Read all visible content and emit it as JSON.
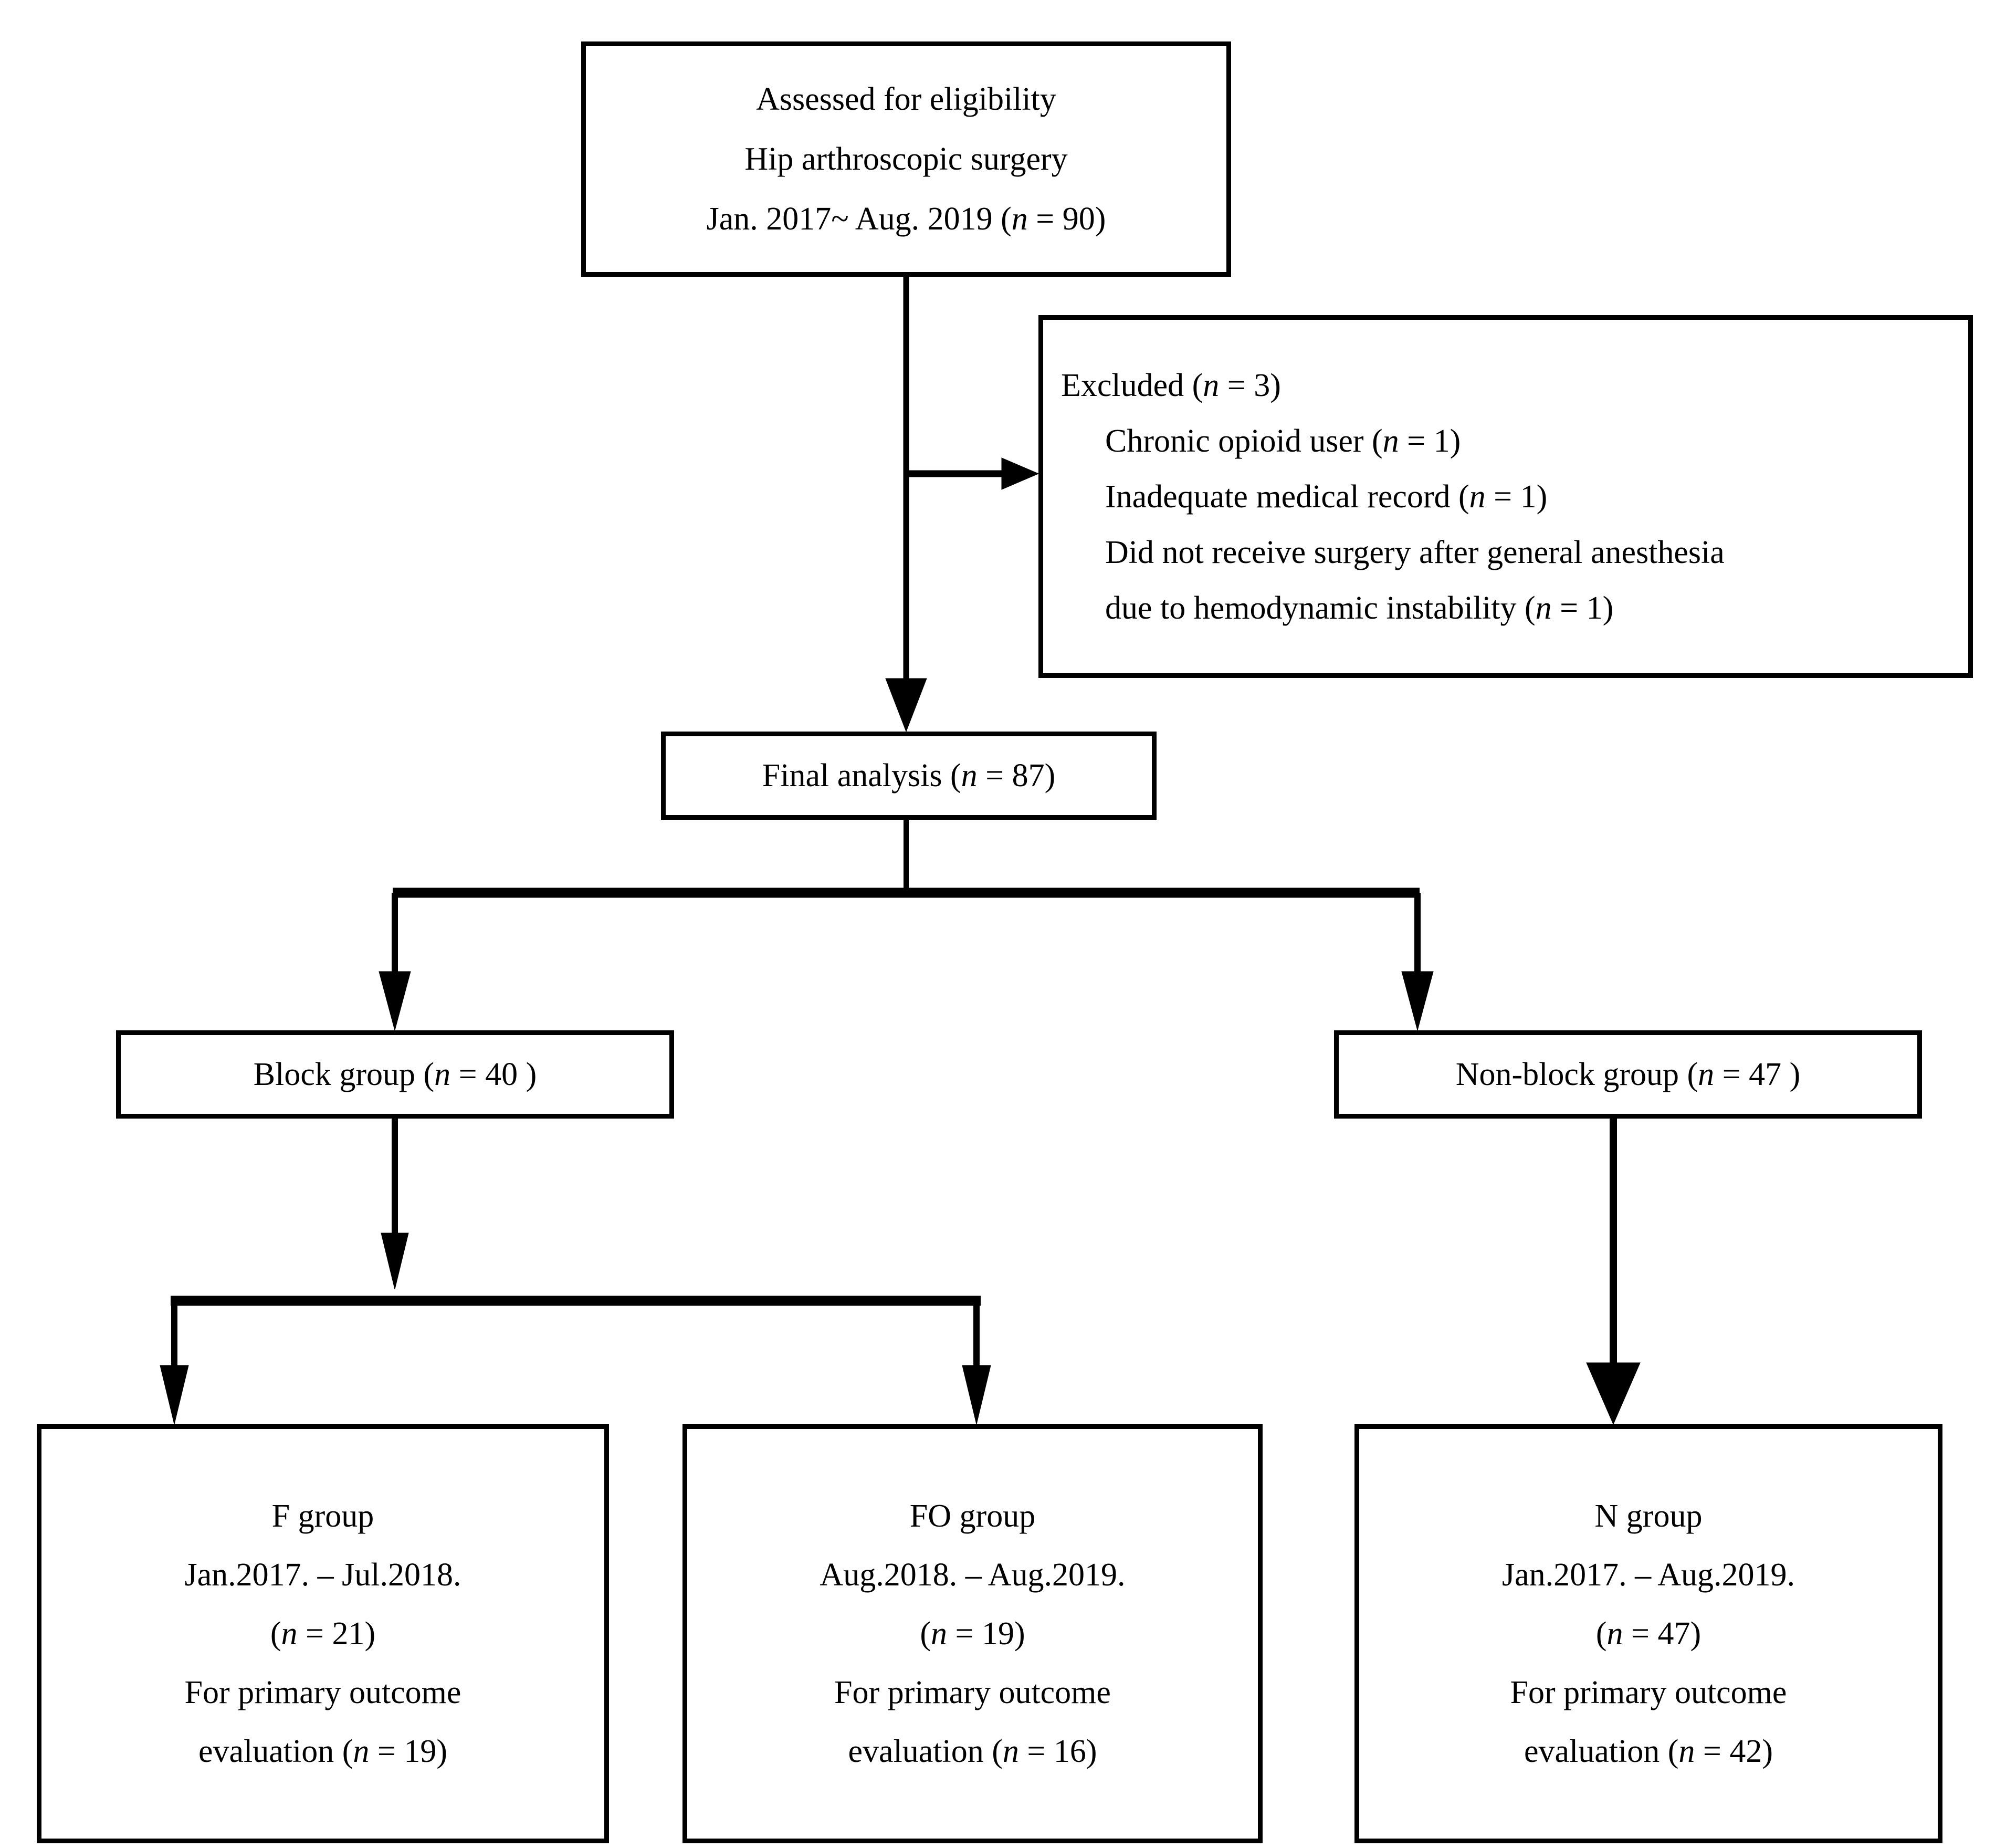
{
  "chart_data": {
    "type": "diagram",
    "title": "CONSORT-style patient flow diagram",
    "nodes": [
      {
        "id": "assessed",
        "label": "Assessed for eligibility / Hip arthroscopic surgery / Jan. 2017~ Aug. 2019 (n = 90)",
        "n": 90
      },
      {
        "id": "excluded",
        "label": "Excluded (n = 3)",
        "n": 3
      },
      {
        "id": "final",
        "label": "Final analysis (n = 87)",
        "n": 87
      },
      {
        "id": "block",
        "label": "Block group (n = 40 )",
        "n": 40
      },
      {
        "id": "nonblock",
        "label": "Non-block group (n = 47 )",
        "n": 47
      },
      {
        "id": "f",
        "label": "F group",
        "n": 21,
        "primary_outcome_n": 19
      },
      {
        "id": "fo",
        "label": "FO group",
        "n": 19,
        "primary_outcome_n": 16
      },
      {
        "id": "n",
        "label": "N group",
        "n": 47,
        "primary_outcome_n": 42
      }
    ],
    "edges": [
      {
        "from": "assessed",
        "to": "excluded",
        "type": "arrow-right"
      },
      {
        "from": "assessed",
        "to": "final",
        "type": "arrow-down"
      },
      {
        "from": "final",
        "to": "block",
        "type": "arrow-down-split"
      },
      {
        "from": "final",
        "to": "nonblock",
        "type": "arrow-down-split"
      },
      {
        "from": "block",
        "to": "f",
        "type": "arrow-down-split"
      },
      {
        "from": "block",
        "to": "fo",
        "type": "arrow-down-split"
      },
      {
        "from": "nonblock",
        "to": "n",
        "type": "arrow-down"
      }
    ]
  },
  "assessed": {
    "line1": "Assessed for eligibility",
    "line2": "Hip arthroscopic surgery",
    "line3_a": "Jan. 2017~ Aug. 2019 (",
    "line3_n": "n",
    "line3_b": " = 90)"
  },
  "excluded": {
    "heading_a": "Excluded (",
    "heading_n": "n",
    "heading_b": " = 3)",
    "item1_a": "Chronic opioid user (",
    "item1_n": "n",
    "item1_b": " = 1)",
    "item2_a": "Inadequate medical record (",
    "item2_n": "n",
    "item2_b": " = 1)",
    "item3_a": "Did not receive surgery after general anesthesia",
    "item4_a": "due to hemodynamic instability (",
    "item4_n": "n",
    "item4_b": " = 1)"
  },
  "final": {
    "text_a": "Final analysis (",
    "text_n": "n",
    "text_b": " = 87)"
  },
  "block": {
    "text_a": "Block group (",
    "text_n": "n",
    "text_b": " = 40 )"
  },
  "nonblock": {
    "text_a": "Non-block group (",
    "text_n": "n",
    "text_b": " = 47 )"
  },
  "group_f": {
    "title": "F group",
    "period": "Jan.2017. – Jul.2018.",
    "count_a": "(",
    "count_n": "n",
    "count_b": " = 21)",
    "outcome1": "For primary outcome",
    "outcome2_a": "evaluation (",
    "outcome2_n": "n",
    "outcome2_b": " = 19)"
  },
  "group_fo": {
    "title": "FO group",
    "period": "Aug.2018. – Aug.2019.",
    "count_a": "(",
    "count_n": "n",
    "count_b": " = 19)",
    "outcome1": "For primary outcome",
    "outcome2_a": "evaluation (",
    "outcome2_n": "n",
    "outcome2_b": " = 16)"
  },
  "group_n": {
    "title": "N group",
    "period": "Jan.2017. – Aug.2019.",
    "count_a": "(",
    "count_n": "n",
    "count_b": " = 47)",
    "outcome1": "For primary outcome",
    "outcome2_a": "evaluation (",
    "outcome2_n": "n",
    "outcome2_b": " = 42)"
  },
  "colors": {
    "stroke": "#000000",
    "background": "#ffffff",
    "text": "#000000"
  }
}
